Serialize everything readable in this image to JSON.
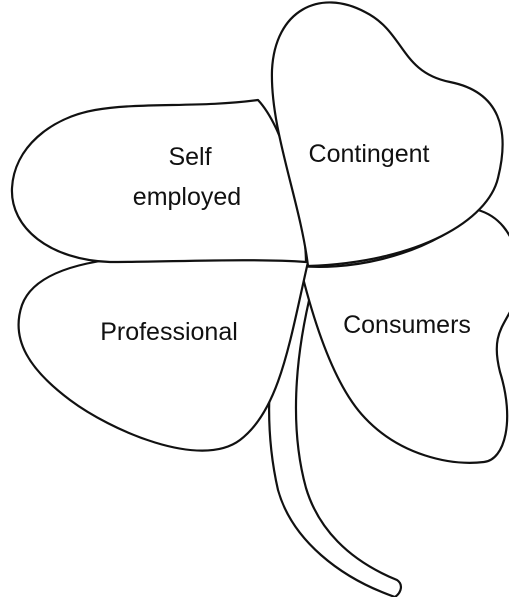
{
  "diagram": {
    "leaves": [
      {
        "id": "self-employed",
        "lines": [
          "Self",
          "employed"
        ]
      },
      {
        "id": "contingent",
        "lines": [
          "Contingent"
        ]
      },
      {
        "id": "professional",
        "lines": [
          "Professional"
        ]
      },
      {
        "id": "consumers",
        "lines": [
          "Consumers"
        ]
      }
    ]
  },
  "colors": {
    "stroke": "#111111",
    "fill": "#ffffff",
    "background": "#ffffff"
  }
}
